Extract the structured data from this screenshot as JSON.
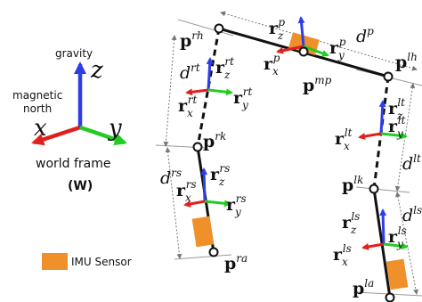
{
  "world_frame": {
    "gravity_label": "gravity",
    "magnetic_north_line1": "magnetic",
    "magnetic_north_line2": "north",
    "axis_z": "z",
    "axis_x": "x",
    "axis_y": "y",
    "caption": "world frame",
    "caption_symbol": "(W)"
  },
  "legend": {
    "imu_label": "IMU Sensor",
    "imu_color": "#f0902a"
  },
  "colors": {
    "x_axis": "#e0201e",
    "y_axis": "#22cc22",
    "z_axis": "#2d3ee8",
    "segment": "#111111",
    "dim_line": "#999999"
  },
  "points": {
    "rh": {
      "base": "p",
      "sup": "rh"
    },
    "rk": {
      "base": "p",
      "sup": "rk"
    },
    "ra": {
      "base": "p",
      "sup": "ra"
    },
    "mp": {
      "base": "p",
      "sup": "mp"
    },
    "lh": {
      "base": "p",
      "sup": "lh"
    },
    "lk": {
      "base": "p",
      "sup": "lk"
    },
    "la": {
      "base": "p",
      "sup": "la"
    }
  },
  "distances": {
    "rt": {
      "base": "d",
      "sup": "rt"
    },
    "rs": {
      "base": "d",
      "sup": "rs"
    },
    "p": {
      "base": "d",
      "sup": "p"
    },
    "lt": {
      "base": "d",
      "sup": "lt"
    },
    "ls": {
      "base": "d",
      "sup": "ls"
    }
  },
  "sensor_axes": {
    "pelvis": {
      "z": {
        "base": "r",
        "sub": "z",
        "sup": "p"
      },
      "x": {
        "base": "r",
        "sub": "x",
        "sup": "p"
      },
      "y": {
        "base": "r",
        "sub": "y",
        "sup": "p"
      }
    },
    "rt": {
      "z": {
        "base": "r",
        "sub": "z",
        "sup": "rt"
      },
      "x": {
        "base": "r",
        "sub": "x",
        "sup": "rt"
      },
      "y": {
        "base": "r",
        "sub": "y",
        "sup": "rt"
      }
    },
    "rs": {
      "z": {
        "base": "r",
        "sub": "z",
        "sup": "rs"
      },
      "x": {
        "base": "r",
        "sub": "x",
        "sup": "rs"
      },
      "y": {
        "base": "r",
        "sub": "y",
        "sup": "rs"
      }
    },
    "lt": {
      "z": {
        "base": "r",
        "sub": "z",
        "sup": "lt"
      },
      "x": {
        "base": "r",
        "sub": "x",
        "sup": "lt"
      },
      "y": {
        "base": "r",
        "sub": "y",
        "sup": "lt"
      }
    },
    "ls": {
      "z": {
        "base": "r",
        "sub": "z",
        "sup": "ls"
      },
      "x": {
        "base": "r",
        "sub": "x",
        "sup": "ls"
      },
      "y": {
        "base": "r",
        "sub": "y",
        "sup": "ls"
      }
    }
  }
}
